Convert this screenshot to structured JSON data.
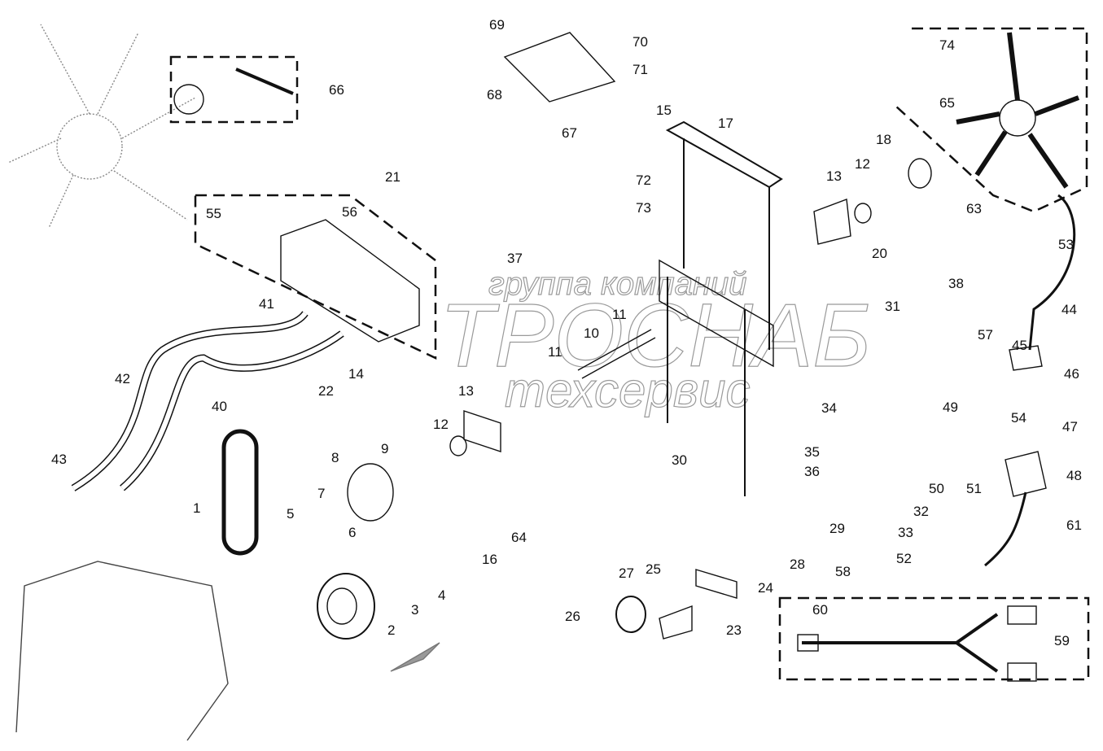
{
  "diagram": {
    "type": "exploded-parts-diagram",
    "subject": "Engine cooling fan / belt drive assembly",
    "watermark": {
      "line1": "группа компаний",
      "line2": "ТРОСНАБ",
      "line3": "техсервис"
    },
    "callouts": [
      {
        "id": "c1",
        "label": "1"
      },
      {
        "id": "c2",
        "label": "2"
      },
      {
        "id": "c3a",
        "label": "3"
      },
      {
        "id": "c4",
        "label": "4"
      },
      {
        "id": "c5a",
        "label": "5"
      },
      {
        "id": "c6a",
        "label": "6"
      },
      {
        "id": "c7a",
        "label": "7"
      },
      {
        "id": "c8",
        "label": "8"
      },
      {
        "id": "c9a",
        "label": "9"
      },
      {
        "id": "c10",
        "label": "10"
      },
      {
        "id": "c11a",
        "label": "11"
      },
      {
        "id": "c11b",
        "label": "11"
      },
      {
        "id": "c12a",
        "label": "12"
      },
      {
        "id": "c12b",
        "label": "12"
      },
      {
        "id": "c13a",
        "label": "13"
      },
      {
        "id": "c13b",
        "label": "13"
      },
      {
        "id": "c14a",
        "label": "14"
      },
      {
        "id": "c15a",
        "label": "15"
      },
      {
        "id": "c16",
        "label": "16"
      },
      {
        "id": "c17",
        "label": "17"
      },
      {
        "id": "c18",
        "label": "18"
      },
      {
        "id": "c20",
        "label": "20"
      },
      {
        "id": "c21",
        "label": "21"
      },
      {
        "id": "c22",
        "label": "22"
      },
      {
        "id": "c23",
        "label": "23"
      },
      {
        "id": "c24",
        "label": "24"
      },
      {
        "id": "c25a",
        "label": "25"
      },
      {
        "id": "c26a",
        "label": "26"
      },
      {
        "id": "c27",
        "label": "27"
      },
      {
        "id": "c28",
        "label": "28"
      },
      {
        "id": "c29",
        "label": "29"
      },
      {
        "id": "c30a",
        "label": "30"
      },
      {
        "id": "c31",
        "label": "31"
      },
      {
        "id": "c32",
        "label": "32"
      },
      {
        "id": "c33",
        "label": "33"
      },
      {
        "id": "c34",
        "label": "34"
      },
      {
        "id": "c35",
        "label": "35"
      },
      {
        "id": "c36",
        "label": "36"
      },
      {
        "id": "c37a",
        "label": "37"
      },
      {
        "id": "c38",
        "label": "38"
      },
      {
        "id": "c40",
        "label": "40"
      },
      {
        "id": "c41a",
        "label": "41"
      },
      {
        "id": "c42a",
        "label": "42"
      },
      {
        "id": "c43a",
        "label": "43"
      },
      {
        "id": "c44",
        "label": "44"
      },
      {
        "id": "c45",
        "label": "45"
      },
      {
        "id": "c46",
        "label": "46"
      },
      {
        "id": "c47",
        "label": "47"
      },
      {
        "id": "c48",
        "label": "48"
      },
      {
        "id": "c49",
        "label": "49"
      },
      {
        "id": "c50a",
        "label": "50"
      },
      {
        "id": "c51",
        "label": "51"
      },
      {
        "id": "c52",
        "label": "52"
      },
      {
        "id": "c53a",
        "label": "53"
      },
      {
        "id": "c54a",
        "label": "54"
      },
      {
        "id": "c55",
        "label": "55"
      },
      {
        "id": "c56",
        "label": "56"
      },
      {
        "id": "c57",
        "label": "57"
      },
      {
        "id": "c58",
        "label": "58"
      },
      {
        "id": "c59",
        "label": "59"
      },
      {
        "id": "c60",
        "label": "60"
      },
      {
        "id": "c61",
        "label": "61"
      },
      {
        "id": "c63",
        "label": "63"
      },
      {
        "id": "c64a",
        "label": "64"
      },
      {
        "id": "c65",
        "label": "65"
      },
      {
        "id": "c66",
        "label": "66"
      },
      {
        "id": "c67",
        "label": "67"
      },
      {
        "id": "c68",
        "label": "68"
      },
      {
        "id": "c69",
        "label": "69"
      },
      {
        "id": "c70",
        "label": "70"
      },
      {
        "id": "c71",
        "label": "71"
      },
      {
        "id": "c72",
        "label": "72"
      },
      {
        "id": "c73",
        "label": "73"
      },
      {
        "id": "c74",
        "label": "74"
      }
    ]
  }
}
